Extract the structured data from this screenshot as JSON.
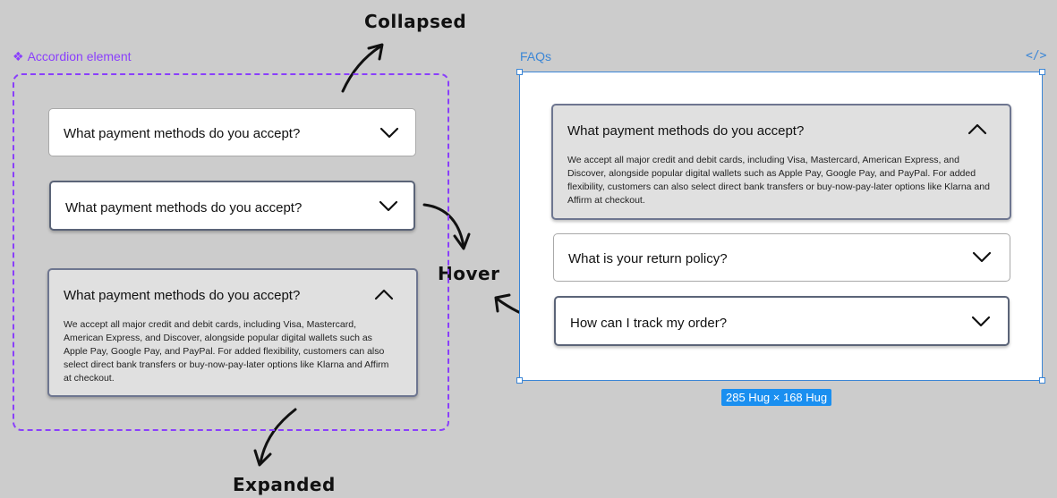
{
  "annotations": {
    "collapsed": "Collapsed",
    "hover": "Hover",
    "expanded": "Expanded"
  },
  "component": {
    "label": "Accordion element",
    "question": "What payment methods do you accept?",
    "answer_left": "We accept all major credit and debit cards, including Visa, Mastercard, American Express, and Discover, alongside popular digital wallets such as Apple Pay, Google Pay, and PayPal. For added flexibility, customers can also select direct bank transfers or buy-now-pay-later options like Klarna and Affirm at checkout."
  },
  "faqs": {
    "label": "FAQs",
    "code_icon": "</>",
    "items": [
      {
        "question": "What payment methods do you accept?",
        "answer": "We accept all major credit and debit cards, including Visa, Mastercard, American Express, and Discover, alongside popular digital wallets such as Apple Pay, Google Pay, and PayPal. For added flexibility, customers can also select direct bank transfers or buy-now-pay-later options like Klarna and Affirm at checkout."
      },
      {
        "question": "What is your return policy?"
      },
      {
        "question": "How can I track my order?"
      }
    ],
    "size_badge": "285 Hug × 168 Hug"
  },
  "icons": {
    "diamond": "component-icon",
    "chevron_down": "chevron-down-icon",
    "chevron_up": "chevron-up-icon"
  },
  "colors": {
    "canvas": "#cccccc",
    "component_purple": "#8a3ffc",
    "selection_blue": "#3b86d6",
    "expanded_bg": "#e0e0e0"
  }
}
